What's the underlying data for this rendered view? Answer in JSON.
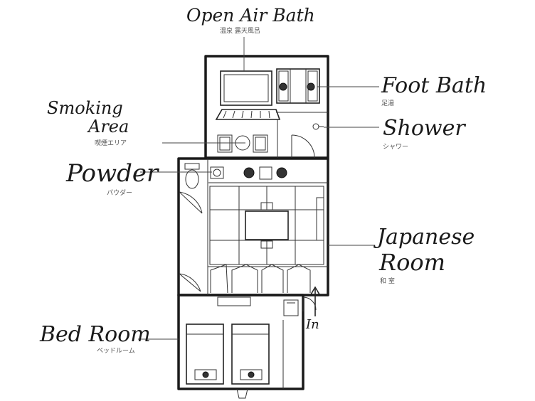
{
  "labels": {
    "open_air_bath": {
      "en": "Open Air Bath",
      "ja": "温泉 露天風呂"
    },
    "foot_bath": {
      "en": "Foot Bath",
      "ja": "足湯"
    },
    "smoking_area": {
      "en_line1": "Smoking",
      "en_line2": "Area",
      "ja": "喫煙エリア"
    },
    "shower": {
      "en": "Shower",
      "ja": "シャワー"
    },
    "powder": {
      "en": "Powder",
      "ja": "パウダー"
    },
    "japanese_room": {
      "en_line1": "Japanese",
      "en_line2": "Room",
      "ja": "和 室"
    },
    "entrance": {
      "en": "In"
    },
    "bed_room": {
      "en": "Bed Room",
      "ja": "ベッドルーム"
    }
  }
}
